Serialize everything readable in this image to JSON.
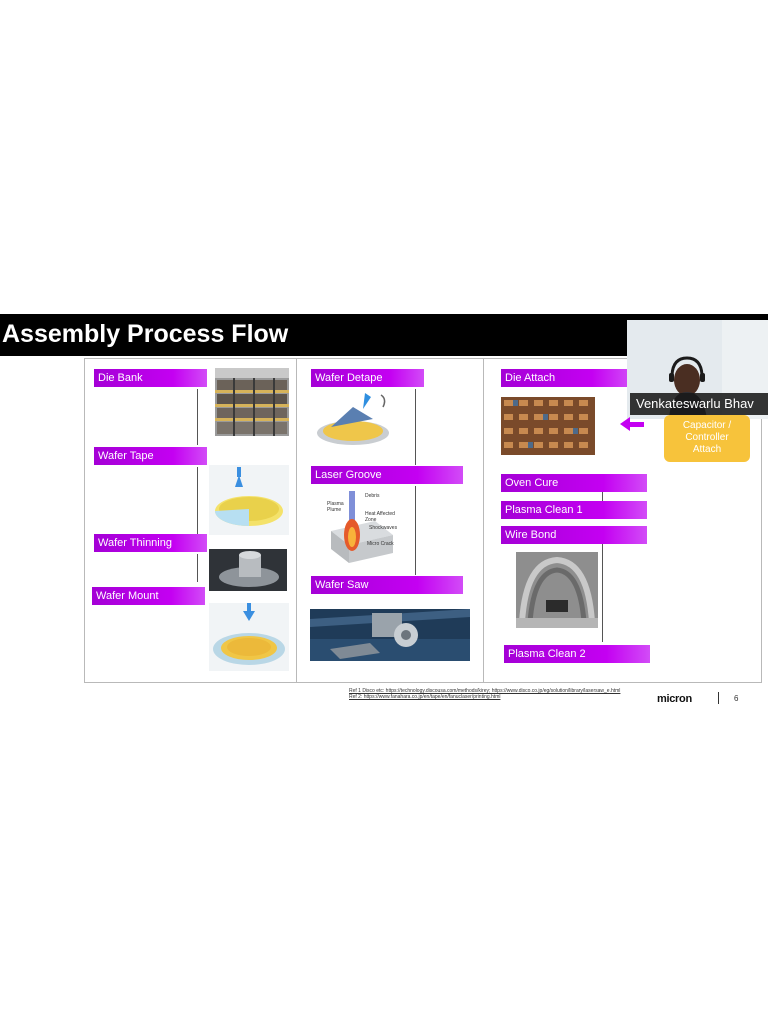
{
  "slide": {
    "title": "Assembly Process Flow",
    "columns": [
      {
        "steps": [
          "Die Bank",
          "Wafer Tape",
          "Wafer Thinning",
          "Wafer Mount"
        ]
      },
      {
        "steps": [
          "Wafer Detape",
          "Laser Groove",
          "Wafer Saw"
        ]
      },
      {
        "steps": [
          "Die Attach",
          "Oven Cure",
          "Plasma Clean 1",
          "Wire Bond",
          "Plasma Clean 2"
        ]
      }
    ],
    "callout": {
      "lines": [
        "Capacitor /",
        "Controller",
        "Attach"
      ]
    },
    "laser_groove_diagram": {
      "labels": [
        "Plasma Plume",
        "Heat Affected Zone",
        "Shockwaves",
        "Micro Crack",
        "Debris"
      ]
    },
    "footnotes": [
      "Ref 1 Disco etc: https://technology.discousa.com/methods/kirey; https://www.disco.co.jp/eg/solution/library/lasersaw_e.html",
      "Ref 2: https://www.fanahara.co.jp/en/tape/en/fanuclaser/printing.html"
    ],
    "brand": "micron",
    "page_number": "6"
  },
  "participant": {
    "name": "Venkateswarlu Bhav"
  },
  "colors": {
    "label_purple": "#bb00ee",
    "title_bar": "#000000",
    "callout_yellow": "#f7c33b"
  }
}
